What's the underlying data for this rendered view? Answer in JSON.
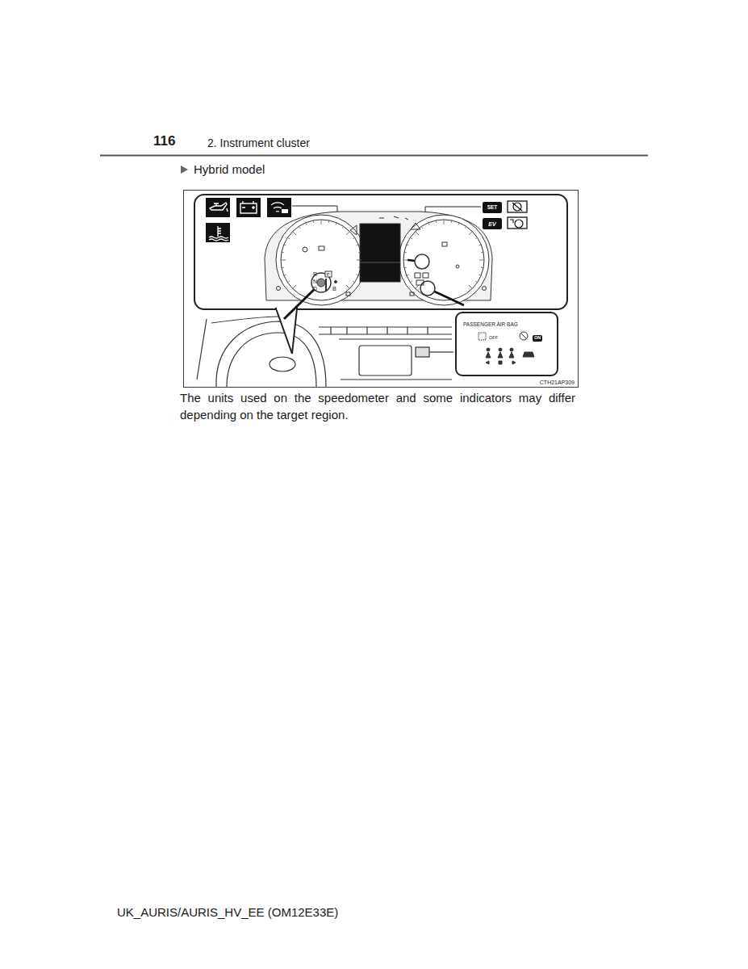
{
  "diagram": {
    "nodes": [
      {
        "text": [
          "CTH21AP309"
        ]
      },
      {
        "text": [
          "SET"
        ],
        "in": 0
      },
      {
        "text": [
          "EV"
        ],
        "in": 0
      },
      {
        "text": [
          "PASSENGER AIR BAG",
          "OFF",
          "ON"
        ],
        "in": 0
      }
    ],
    "labels": [
      "116",
      "2. Instrument cluster",
      "Hybrid model",
      "The units used on the speedometer and some indicators may differ depending on the target region.",
      "UK_AURIS/AURIS_HV_EE (OM12E33E)",
      "R",
      "P",
      "N",
      "D",
      "B"
    ]
  }
}
